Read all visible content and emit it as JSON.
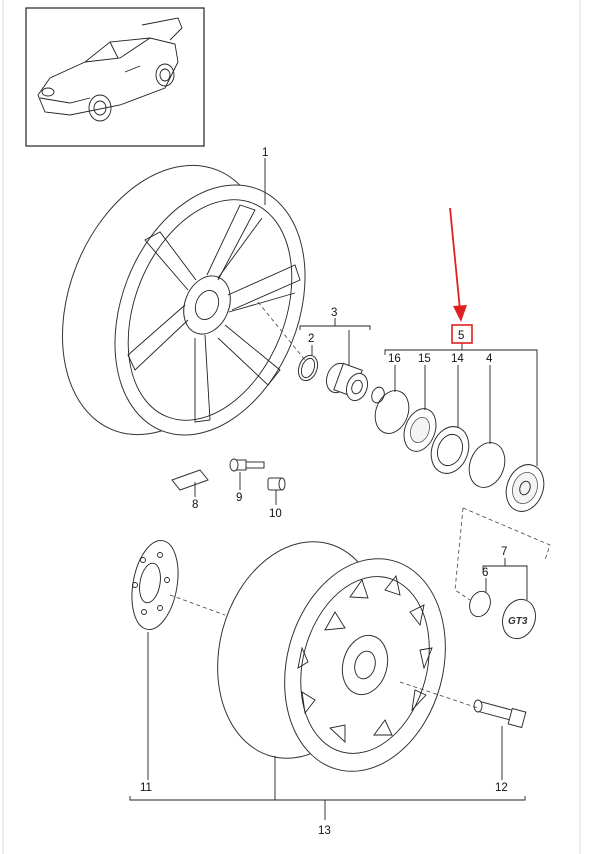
{
  "callouts": {
    "c1": "1",
    "c2": "2",
    "c3": "3",
    "c4": "4",
    "c5": "5",
    "c6": "6",
    "c7": "7",
    "c8": "8",
    "c9": "9",
    "c10": "10",
    "c11": "11",
    "c12": "12",
    "c13": "13",
    "c14": "14",
    "c15": "15",
    "c16": "16"
  },
  "emblem_text": "GT3",
  "colors": {
    "highlight": "#e02020",
    "ink": "#222222"
  }
}
